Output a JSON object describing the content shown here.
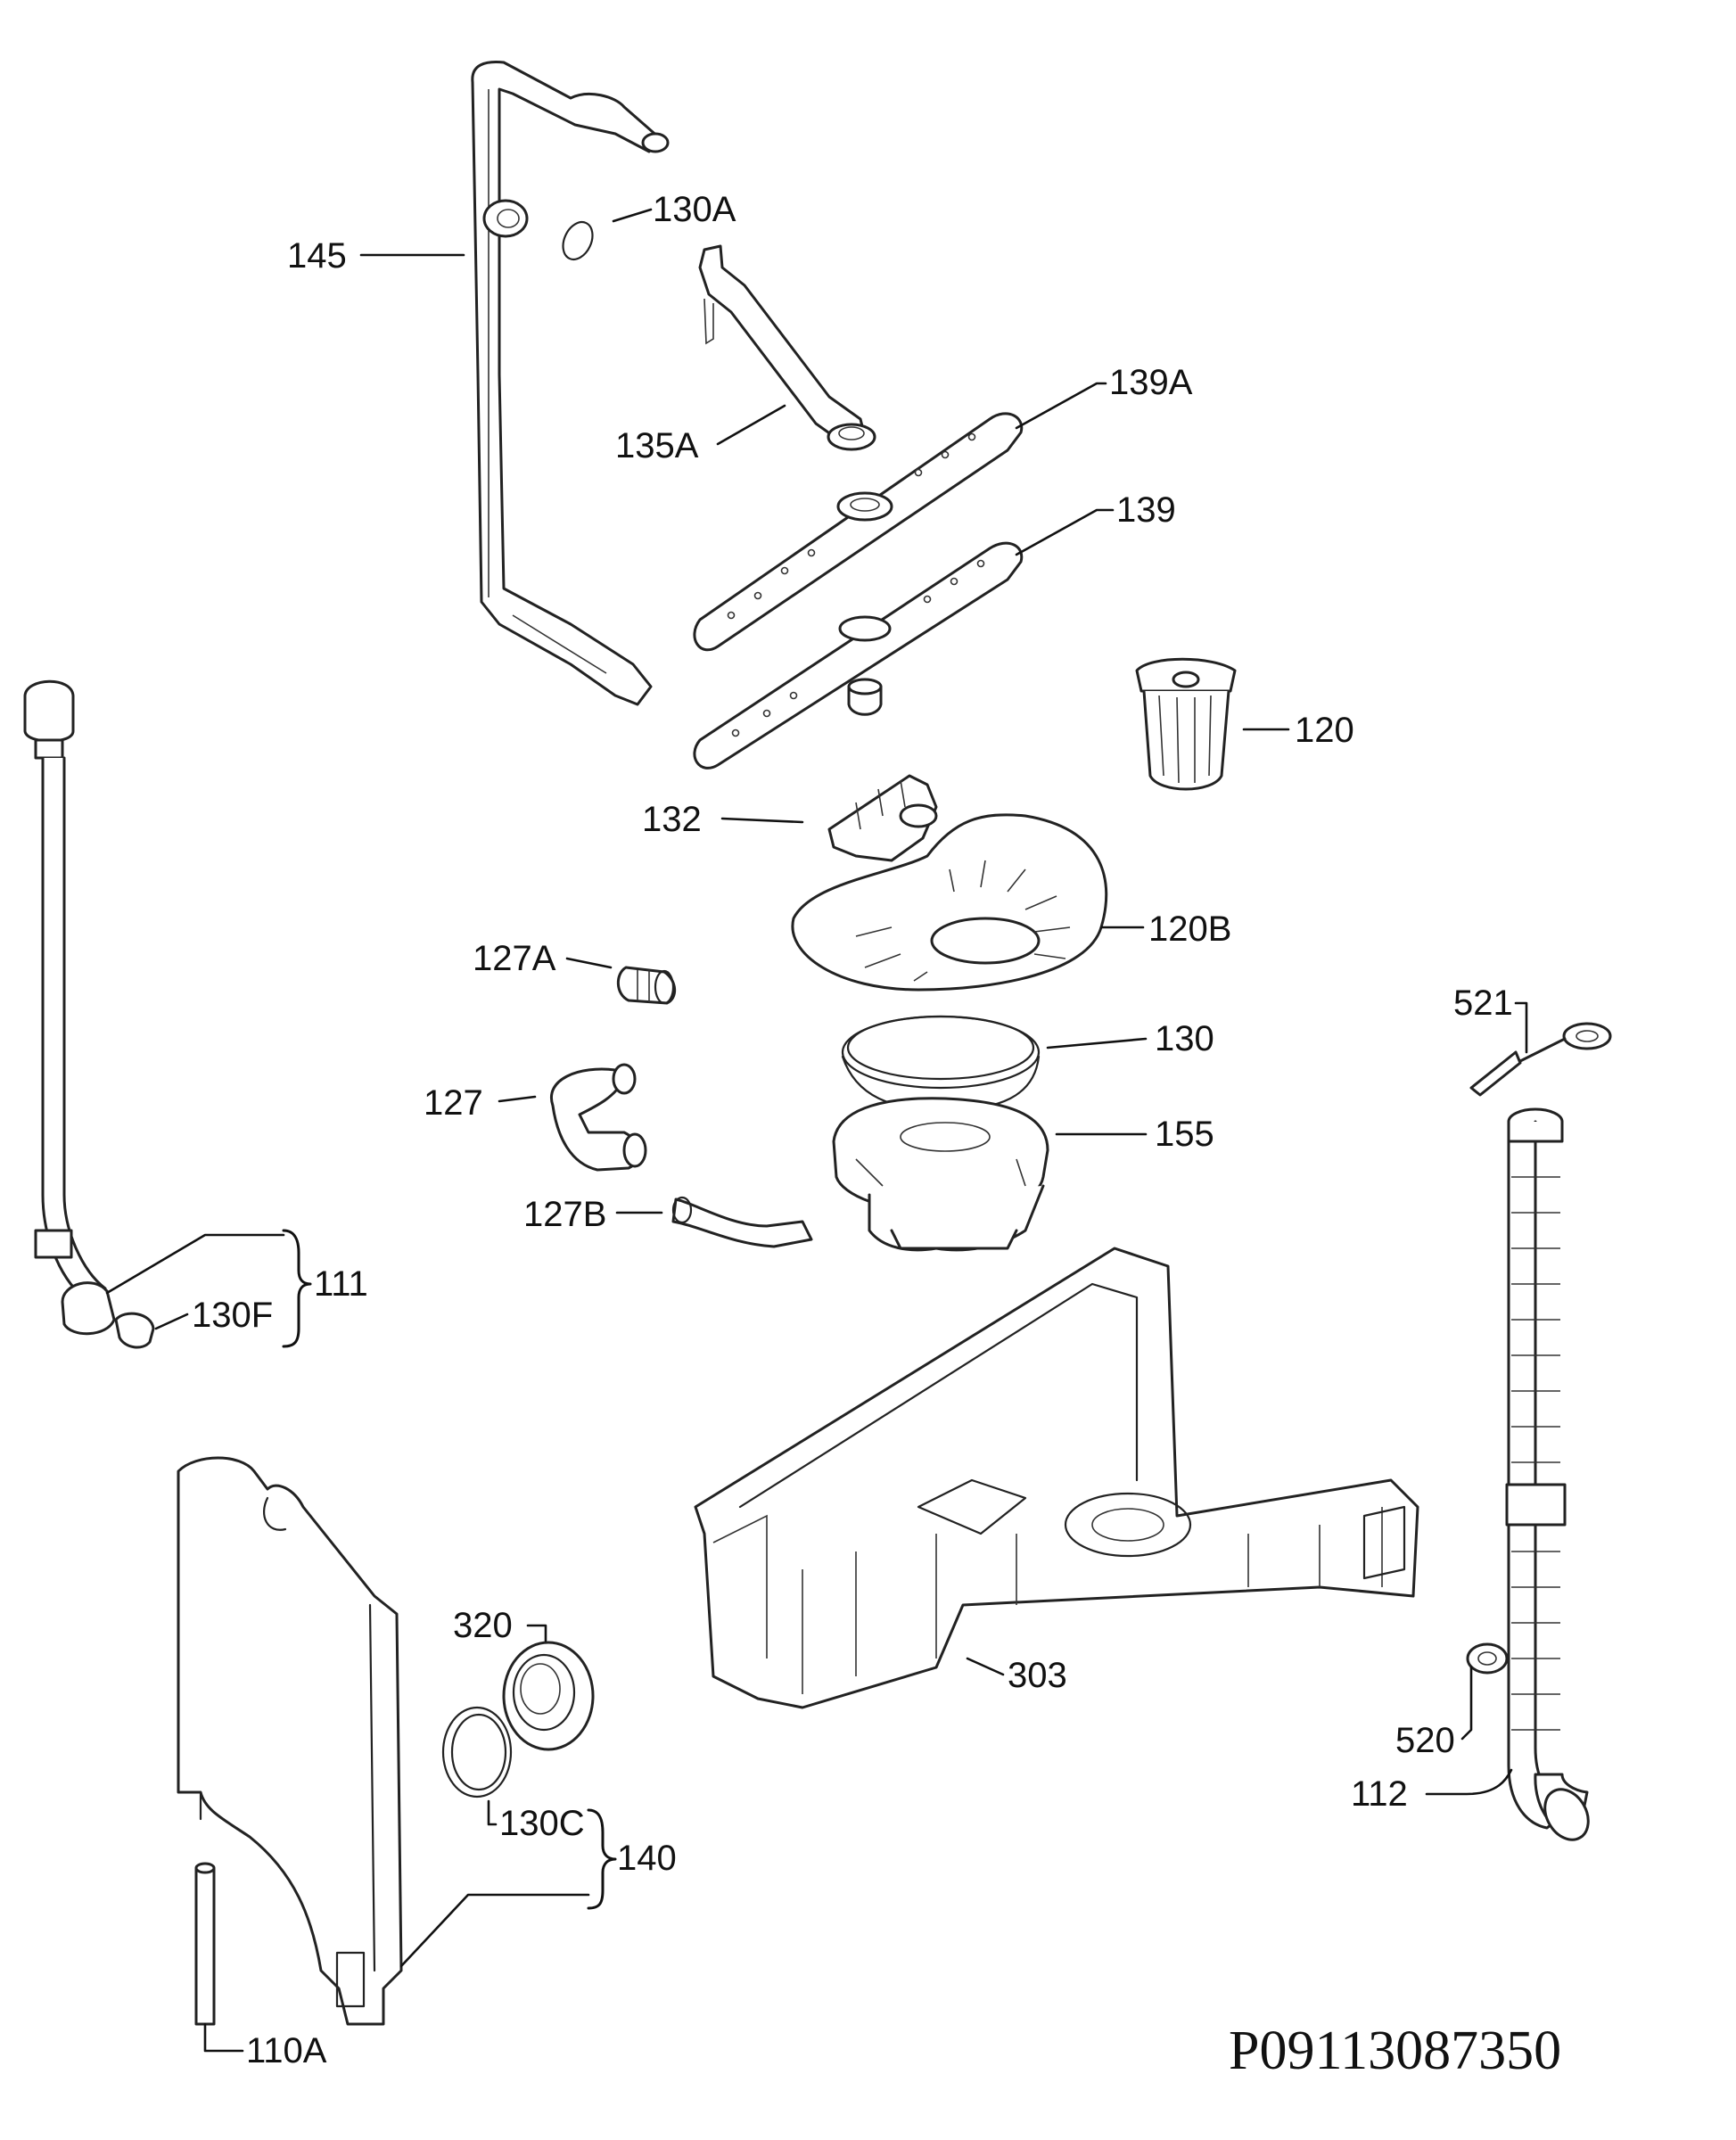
{
  "callouts": {
    "c145": "145",
    "c130A": "130A",
    "c135A": "135A",
    "c139A": "139A",
    "c139": "139",
    "c120": "120",
    "c132": "132",
    "c120B": "120B",
    "c127A": "127A",
    "c130": "130",
    "c127": "127",
    "c155": "155",
    "c127B": "127B",
    "c111": "111",
    "c130F": "130F",
    "c521": "521",
    "c303": "303",
    "c320": "320",
    "c130C": "130C",
    "c140": "140",
    "c520": "520",
    "c112": "112",
    "c110A": "110A"
  },
  "drawing_code": "P09113087350"
}
